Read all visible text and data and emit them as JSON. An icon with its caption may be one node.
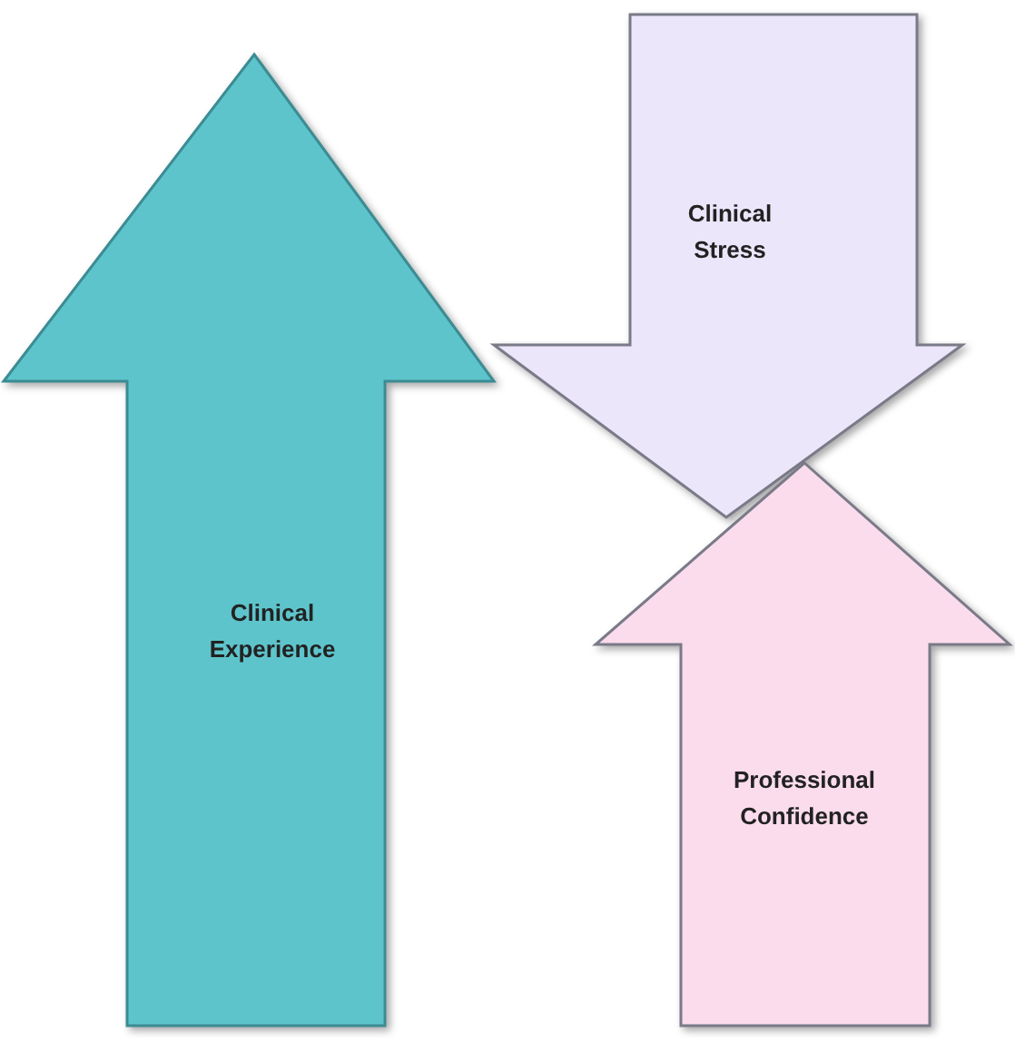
{
  "diagram": {
    "nodes": [
      {
        "text": [
          "Clinical Experience"
        ]
      },
      {
        "text": [
          "Clinical Stress"
        ]
      },
      {
        "text": [
          "Professional Confidence"
        ]
      }
    ]
  }
}
